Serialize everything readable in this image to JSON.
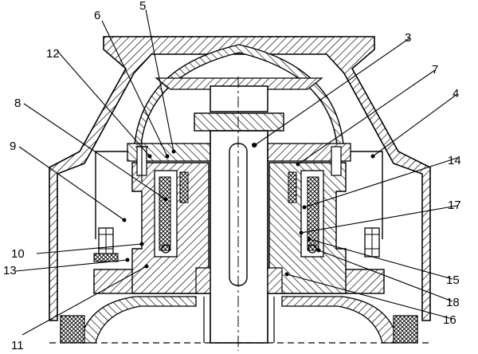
{
  "callouts": [
    {
      "id": "c6",
      "label": "6"
    },
    {
      "id": "c5",
      "label": "5"
    },
    {
      "id": "c3",
      "label": "3"
    },
    {
      "id": "c12",
      "label": "12"
    },
    {
      "id": "c7",
      "label": "7"
    },
    {
      "id": "c4",
      "label": "4"
    },
    {
      "id": "c8",
      "label": "8"
    },
    {
      "id": "c9",
      "label": "9"
    },
    {
      "id": "c14",
      "label": "14"
    },
    {
      "id": "c17",
      "label": "17"
    },
    {
      "id": "c10",
      "label": "10"
    },
    {
      "id": "c13",
      "label": "13"
    },
    {
      "id": "c15",
      "label": "15"
    },
    {
      "id": "c18",
      "label": "18"
    },
    {
      "id": "c16",
      "label": "16"
    },
    {
      "id": "c11",
      "label": "11"
    }
  ]
}
